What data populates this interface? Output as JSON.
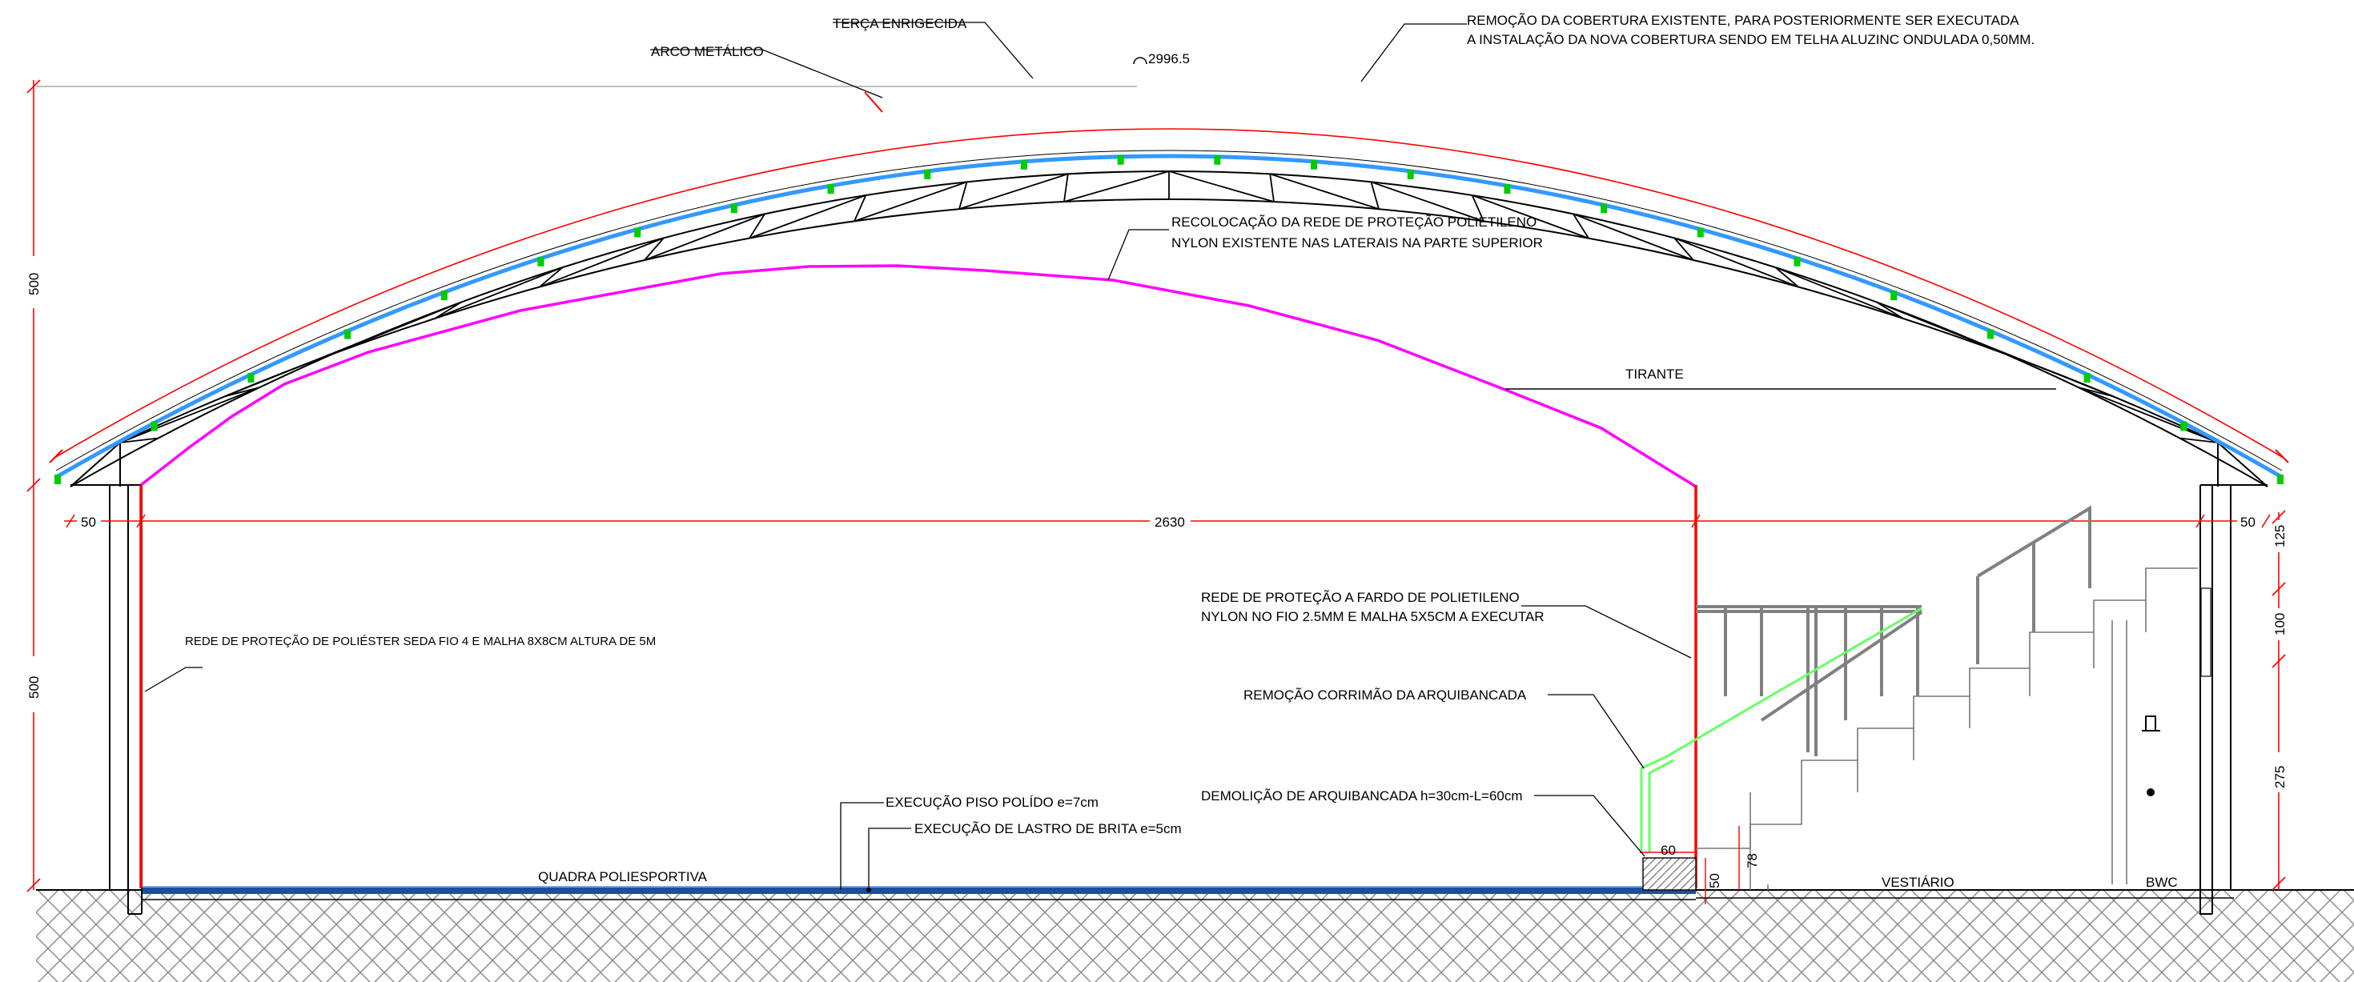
{
  "annotations": {
    "arco_metalico": "ARCO METÁLICO",
    "terca": "TERÇA ENRIGECIDA",
    "remocao_cobertura_1": "REMOÇÃO DA COBERTURA EXISTENTE, PARA POSTERIORMENTE SER EXECUTADA",
    "remocao_cobertura_2": "A INSTALAÇÃO DA NOVA COBERTURA SENDO EM TELHA ALUZINC ONDULADA 0,50MM.",
    "recolocacao_1": "RECOLOCAÇÃO DA REDE DE PROTEÇÃO POLIETILENO",
    "recolocacao_2": "NYLON EXISTENTE NAS LATERAIS NA PARTE SUPERIOR",
    "tirante": "TIRANTE",
    "rede_poliester": "REDE DE PROTEÇÃO DE POLIÉSTER  SEDA FIO 4 E MALHA 8X8CM ALTURA DE 5M",
    "rede_fardo_1": "REDE DE PROTEÇÃO A FARDO DE POLIETILENO",
    "rede_fardo_2": "NYLON NO FIO 2.5MM E MALHA 5X5CM A EXECUTAR",
    "remocao_corrimao": "REMOÇÃO CORRIMÃO DA ARQUIBANCADA",
    "demolicao": "DEMOLIÇÃO DE ARQUIBANCADA h=30cm-L=60cm",
    "piso": "EXECUÇÃO PISO POLÍDO  e=7cm",
    "lastro": "EXECUÇÃO DE LASTRO DE BRITA e=5cm",
    "quadra": "QUADRA POLIESPORTIVA",
    "vestiario": "VESTIÁRIO",
    "bwc": "BWC"
  },
  "dimensions": {
    "arc_length": "2996.5",
    "span": "2630",
    "left_overhang": "50",
    "right_overhang": "50",
    "height_roof": "500",
    "height_wall": "500",
    "right_125": "125",
    "right_100": "100",
    "right_275": "275",
    "step_60": "60",
    "step_78": "78",
    "step_50": "50"
  },
  "colors": {
    "structure": "#000000",
    "dimension_red": "#ff0000",
    "net_magenta": "#ff00ff",
    "roof_blue": "#3399ff",
    "purlin_green": "#00cc00",
    "grey": "#808080",
    "floor_blue": "#1f4e99"
  }
}
